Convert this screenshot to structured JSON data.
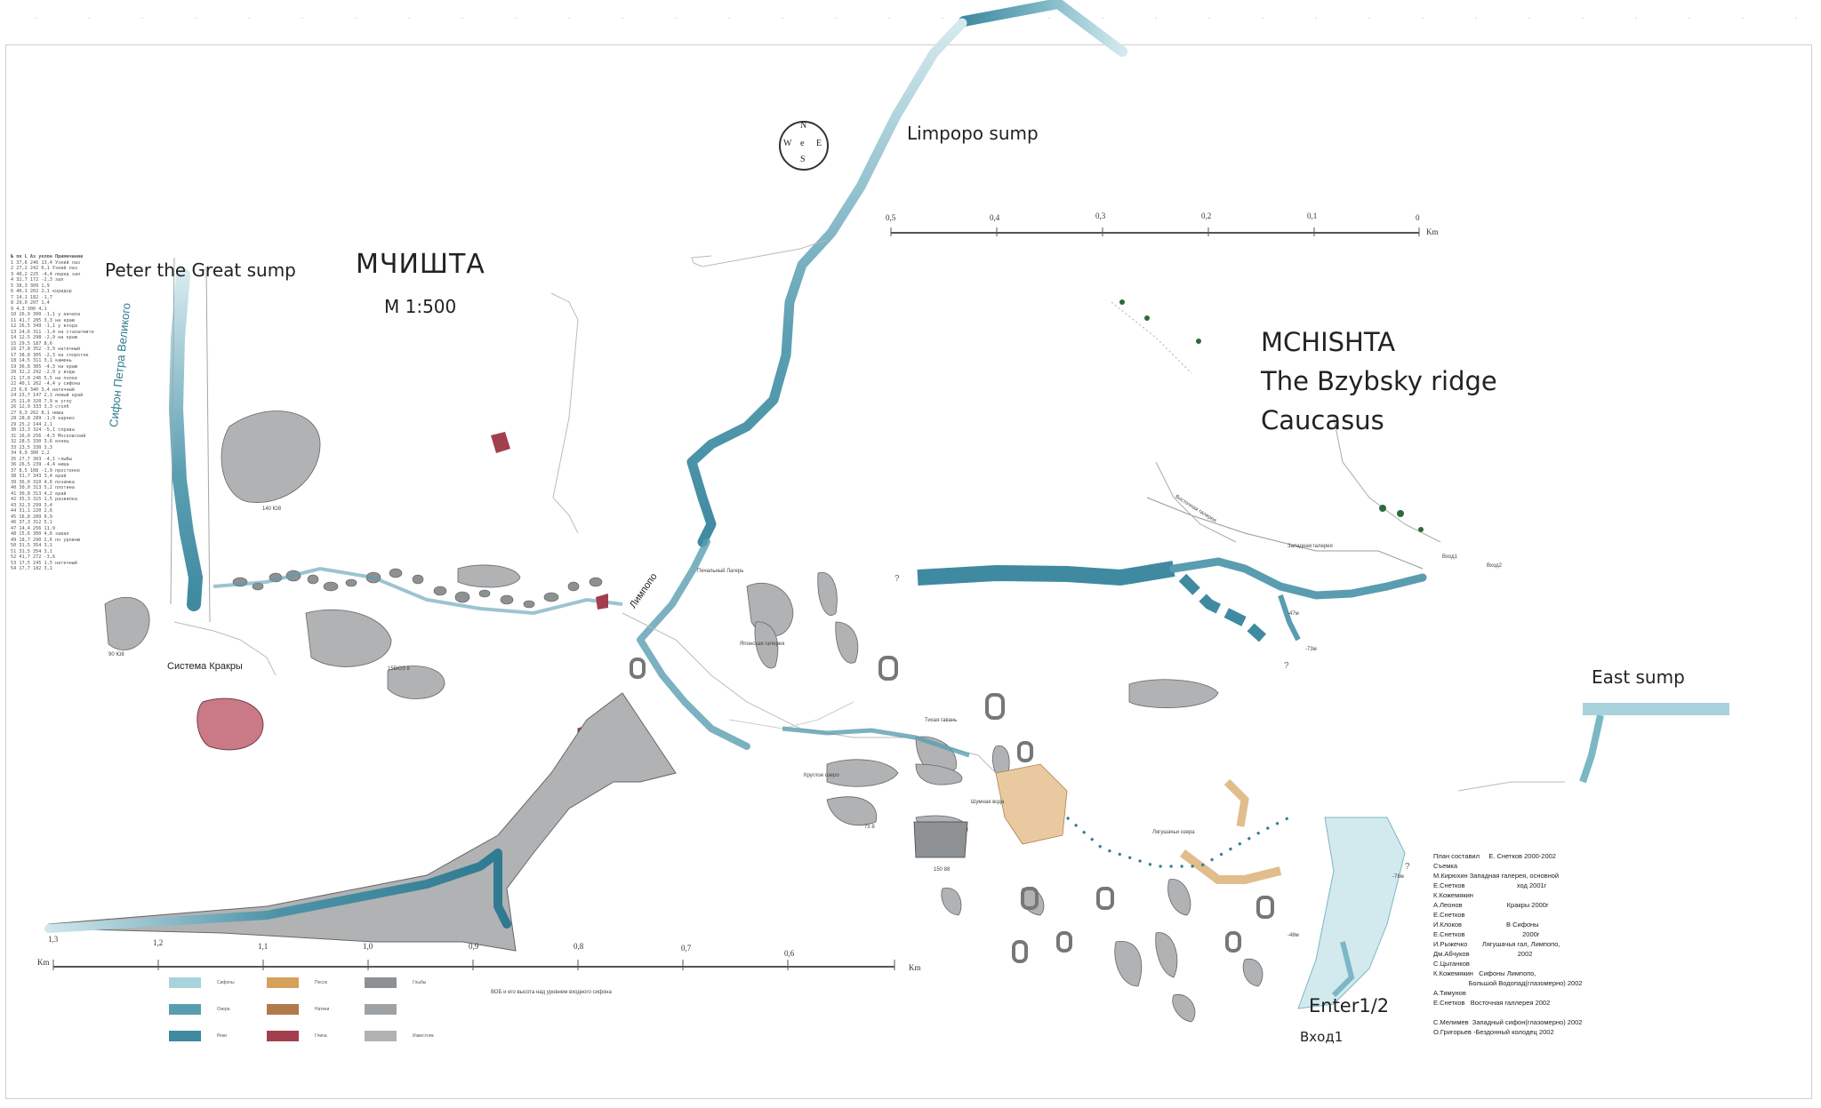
{
  "titles": {
    "ru_title": "МЧИШТА",
    "ru_scale": "М 1:500",
    "peter_sump": "Peter the Great sump",
    "limpopo_sump": "Limpopo sump",
    "en_name": "MCHISHTA",
    "en_ridge": "The Bzybsky ridge",
    "en_region": "Caucasus",
    "east_sump": "East sump",
    "enter": "Enter1/2",
    "vhod": "Вход1",
    "krakry": "Система Кракры"
  },
  "map_labels": {
    "sifon_petra": "Сифон Петра Великого",
    "limpopo_ru": "Лимпопо",
    "vhod_small": "Вход1",
    "vhod2": "Вход2",
    "m47": "-47м",
    "m73": "-73м",
    "m78": "-78м",
    "m48": "-48м",
    "q1": "?",
    "q2": "?",
    "q3": "?",
    "p140": "140 Ю8",
    "p90": "90 Ю8",
    "p155": "155ЮЗ 8",
    "p75": "75 8",
    "p150": "150 88",
    "vostochnaya": "Восточная галерея",
    "zapadnaya": "Западная галерея",
    "yaponskaya": "Японская галерея",
    "krugloe": "Круглое озеро",
    "tikhaya": "Тихая гавань",
    "shumnaya": "Шумная вода",
    "lyagushachie": "Лягушачьи озера",
    "pechalny": "Печальный Лагерь"
  },
  "compass": {
    "n": "N",
    "w": "W",
    "e": "E",
    "s": "S",
    "c": "e"
  },
  "scale_top": {
    "ticks": [
      "0,5",
      "0,4",
      "0,3",
      "0,2",
      "0,1",
      "0"
    ],
    "unit": "Km"
  },
  "scale_bottom": {
    "ticks": [
      "1,3",
      "1,2",
      "1,1",
      "1,0",
      "0,9",
      "0,8",
      "0,7",
      "0,6"
    ],
    "unit_left": "Km",
    "unit_right": "Km"
  },
  "legend": {
    "items": [
      {
        "label": "Сифоны",
        "color": "#a9d3dc"
      },
      {
        "label": "Озера",
        "color": "#5a9db0"
      },
      {
        "label": "Реки",
        "color": "#3f8aa1"
      },
      {
        "label": "Песок",
        "color": "#d6a15b"
      },
      {
        "label": "Натеки",
        "color": "#b07a4a"
      },
      {
        "label": "Глина",
        "color": "#a23f4e"
      },
      {
        "label": "Глыбы",
        "color": "#8e9194"
      },
      {
        "label": "",
        "color": "#9fa2a5"
      },
      {
        "label": "Известняк",
        "color": "#b0b2b4"
      }
    ],
    "note": "ВОБ и его высота над уровнем входного сифона"
  },
  "credits": [
    "План составил     Е. Снетков 2000-2002",
    "Съемка",
    "М.Кирюхин Западная галерея, основной",
    "Е.Снетков                            ход 2001г",
    "К.Кожемякин",
    "А.Леонов                        Кракры 2000г",
    "Е.Снетков",
    "И.Клоков                        В Сифоны",
    "Е.Снетков                               2000г",
    "И.Рыжечко        Лягушачья гал, Лимпопо,",
    "Дм.Абчуков                          2002",
    "С.Цыганков",
    "К.Кожемякин   Сифоны Лимпопо,",
    "                   Большой Водопад(глазомерно) 2002",
    "А.Тимунов",
    "Е.Снетков   Восточная галлерея 2002",
    "",
    "С.Мелимев  Западный сифон(глазомерно) 2002",
    "О.Григорьев -Бездонный колодец 2002"
  ],
  "survey_header": "№ пк   L    Аз   уклон  Примечание",
  "survey_rows": [
    "1  37,6  246  13,4  Узкий лаз",
    "2  27,2  242   6,1  Узкий лаз",
    "3  40,2  225  -4,4  перед зал",
    "4  32,7  172  -2,3  зал",
    "5  38,3  309   1,9",
    "6  40,1  202   2,1  коридор",
    "7  14,1  182  -1,7",
    "8  29,0  207   1,4",
    "9   4,3  300   4,1",
    "10 26,9  300  -1,1  у начала",
    "11 41,7  285   3,3  на краю",
    "12 16,5  349  -1,1  у входа",
    "13 24,6  311  -1,4  на сталагмите",
    "14 12,5  298  -2,9  на краю",
    "15 29,5  187   8,6",
    "16 27,8  352  -3,9  натечный",
    "17 38,8  305  -2,3  на споротне",
    "18 14,5  311   3,1  камень",
    "19 36,8  305  -4,3  на краю",
    "20 32,2  292  -2,9  у воды",
    "21 17,0  246   5,5  на полке",
    "22 40,1  262  -4,4  у сифона",
    "23  6,6  340   3,4  натечный",
    "24 23,7  147   2,1  левый край",
    "25 11,0  320   7,9  в углу",
    "26 12,9  333   3,3  столб",
    "27  9,3  262   8,1  ниша",
    "28 28,8  289  -1,9  карниз",
    "29 25,2  144   2,1",
    "30 13,3  324  -5,1  справа",
    "31 16,0  256  -4,5  Московский",
    "32 28,5  330   3,6  конец",
    "33 23,5  330   3,3",
    "34  9,9  300   2,2",
    "35 27,7  303  -4,1  глыбы",
    "36 26,5  239  -4,4  ниша",
    "37  8,5  108  -1,9  простенок",
    "38 31,7  343   3,4  край",
    "39 36,0  310   4,6  поземка",
    "40 30,0  313   5,2  плотина",
    "41 30,8  313   4,2  край",
    "42 35,3  315   1,5  развилка",
    "43 32,3  299   3,4",
    "44 31,1  220   2,6",
    "45 16,8  289   0,9",
    "46 37,3  312   5,1",
    "47 14,4  256  11,9",
    "48 15,6  300   4,6  завал",
    "49 18,7  290   2,6  по уровню",
    "50 31,5  354   3,1",
    "51 31,5  354   3,1",
    "52 41,7  272  -3,6",
    "53 17,5  245   1,5  натечный",
    "54 17,7  182   3,1"
  ]
}
